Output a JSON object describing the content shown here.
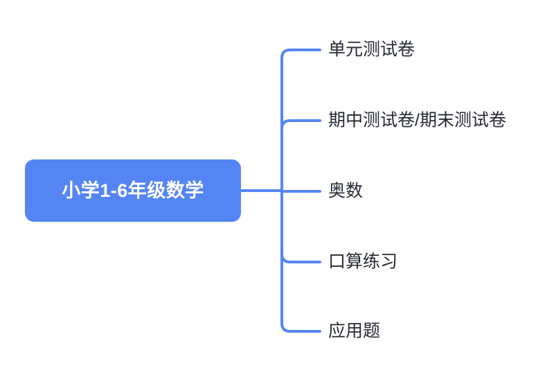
{
  "diagram": {
    "type": "mind-map",
    "background_color": "#ffffff",
    "accent_color": "#5585f5",
    "text_color": "#262a33",
    "root": {
      "label": "小学1-6年级数学",
      "text_color": "#ffffff",
      "fill_color": "#5585f5"
    },
    "branches": [
      {
        "label": "单元测试卷"
      },
      {
        "label": "期中测试卷/期末测试卷"
      },
      {
        "label": "奥数"
      },
      {
        "label": "口算练习"
      },
      {
        "label": "应用题"
      }
    ]
  }
}
